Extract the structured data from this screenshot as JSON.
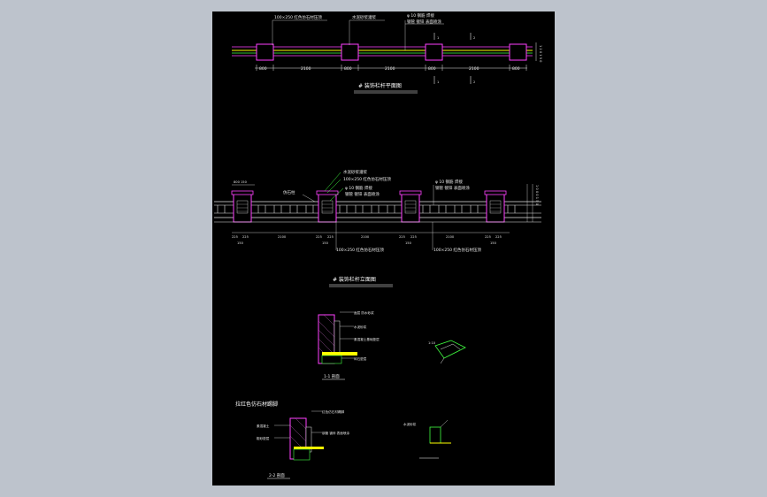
{
  "titles": {
    "plan": "# 装饰栏杆平面图",
    "elevation": "# 装饰栏杆立面图",
    "section_1": "1-1 剖面",
    "section_2": "2-2 剖面",
    "section_3": "拉红色仿石材踢脚"
  },
  "plan": {
    "label_top_1": "100×250 红色仿石材压顶",
    "label_top_2": "水泥砂浆灌浆",
    "label_top_3": "φ 10 钢筋 焊接",
    "label_top_4": "钢管 镀锌 表面喷涂",
    "pier_dim": "800",
    "span_dim": "2100",
    "section_mark_1": "1",
    "section_mark_2": "2",
    "right_dim": "1 2 0 1 5 0"
  },
  "elevation": {
    "label_1": "水泥砂浆灌浆",
    "label_2": "100×250 红色仿石材压顶",
    "label_3": "φ 10 钢筋 焊接",
    "label_4": "钢管 镀锌 表面喷涂",
    "label_5": "φ 10 钢筋 焊接",
    "label_6": "钢管 镀锌 表面喷涂",
    "label_left": "仿石柱",
    "label_bottom_1": "100×250 红色仿石材压顶",
    "label_bottom_2": "100×250 红色仿石材压顶",
    "dim_225": "225",
    "dim_150": "150",
    "dim_2100": "2100",
    "top_dims": "800 150",
    "right_dims": "1 0 0 0 1 5 0"
  },
  "sections": {
    "s1_label_1": "面层 防水砂浆",
    "s1_label_2": "水泥砂浆",
    "s1_label_3": "素混凝土基础垫层",
    "s1_label_4": "碎石垫层",
    "s3_label_1": "红色仿石材踢脚",
    "s3_label_2": "素混凝土",
    "s3_label_3": "钢管 镀锌 表面喷涂",
    "s3_label_4": "粗砂垫层",
    "d_label": "1:10"
  }
}
